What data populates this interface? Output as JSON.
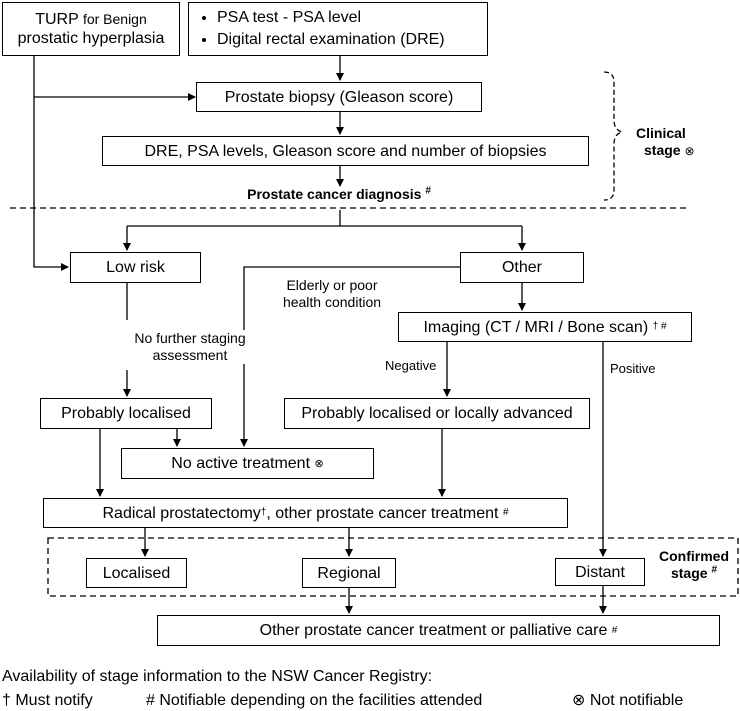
{
  "boxes": {
    "turp": {
      "text": "TURP",
      "small": "for Benign",
      "line2": "prostatic hyperplasia"
    },
    "psa": {
      "bullets": [
        "PSA test - PSA level",
        "Digital rectal examination (DRE)"
      ]
    },
    "biopsy": "Prostate biopsy (Gleason score)",
    "dre_psa": "DRE, PSA levels, Gleason score and number of biopsies",
    "diagnosis": {
      "text": "Prostate cancer diagnosis",
      "mark": "#"
    },
    "low_risk": "Low risk",
    "other": "Other",
    "imaging": {
      "text": "Imaging (CT / MRI / Bone scan)",
      "mark": "† #"
    },
    "probably_localised": "Probably localised",
    "probably_local_adv": "Probably localised or locally advanced",
    "no_active": {
      "text": "No active treatment",
      "mark": "⊗"
    },
    "radical": {
      "text_a": "Radical prostatectomy",
      "mark_a": "†",
      "text_b": ", other prostate cancer treatment",
      "mark_b": "#"
    },
    "localised": "Localised",
    "regional": "Regional",
    "distant": "Distant",
    "palliative": {
      "text": "Other prostate cancer treatment or palliative care",
      "mark": "#"
    }
  },
  "labels": {
    "elderly": [
      "Elderly or poor",
      "health condition"
    ],
    "no_further": [
      "No further staging",
      "assessment"
    ],
    "negative": "Negative",
    "positive": "Positive",
    "clinical_stage": {
      "line1": "Clinical",
      "line2": "stage",
      "mark": "⊗"
    },
    "confirmed_stage": {
      "line1": "Confirmed",
      "line2": "stage",
      "mark": "#"
    }
  },
  "legend": {
    "title": "Availability of stage information to the NSW Cancer Registry:",
    "must_notify": "† Must notify",
    "notifiable": "# Notifiable depending on the facilities attended",
    "not_notifiable": "⊗ Not notifiable"
  }
}
